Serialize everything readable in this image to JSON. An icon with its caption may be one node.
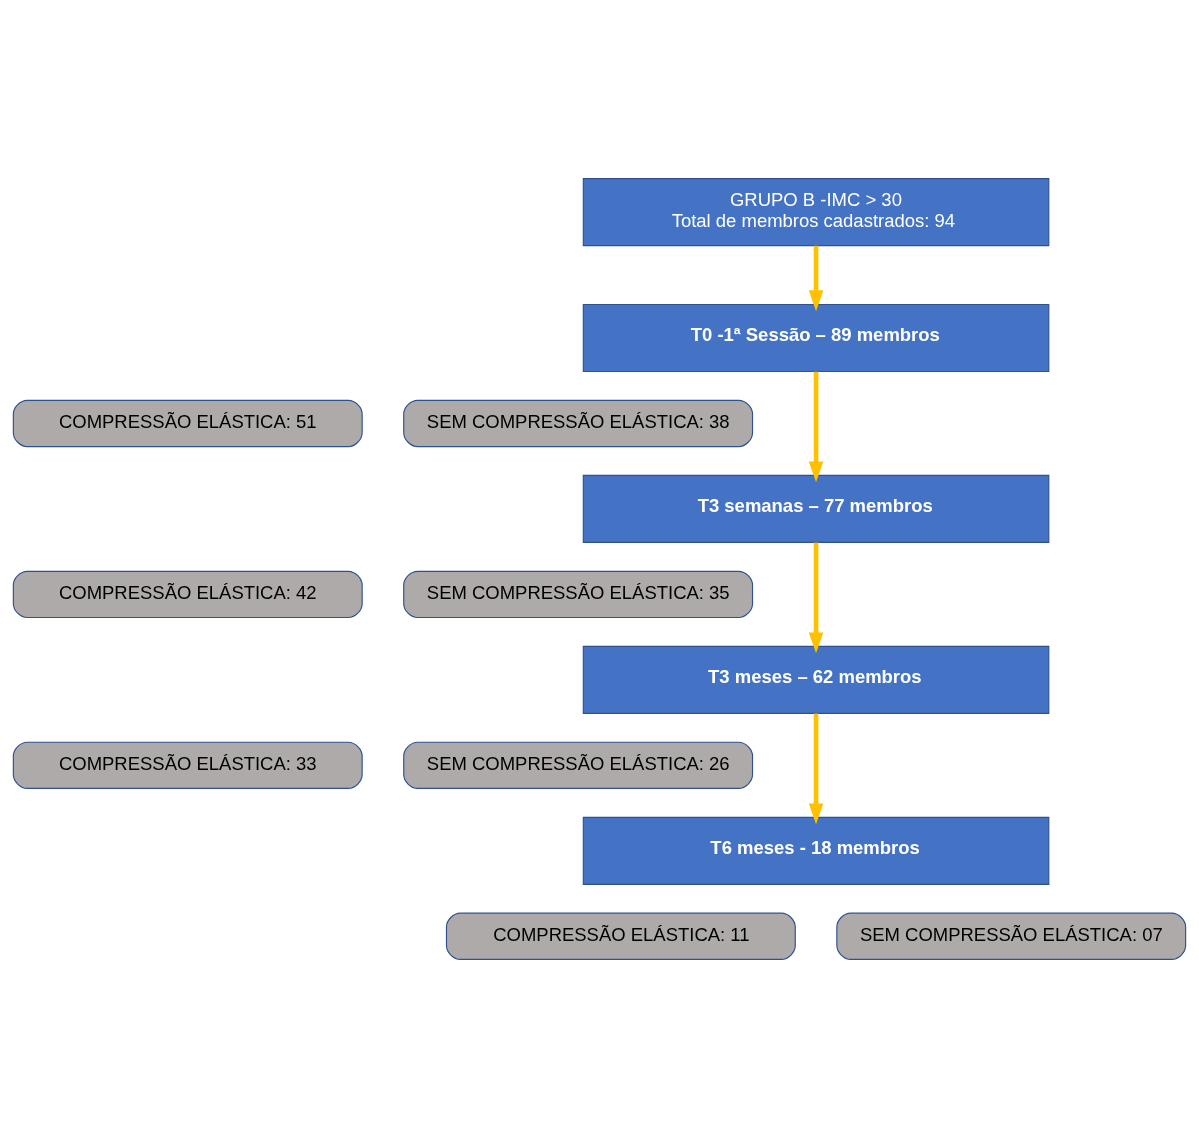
{
  "diagram": {
    "nodes": [
      {
        "text": [
          "GRUPO B -IMC > 30",
          "Total de membros cadastrados: 94"
        ]
      },
      {
        "text": [
          "T0 -1ª Sessão – 89 membros"
        ]
      },
      {
        "text": [
          "COMPRESSÃO ELÁSTICA: 51"
        ]
      },
      {
        "text": [
          "SEM COMPRESSÃO ELÁSTICA: 38"
        ]
      },
      {
        "text": [
          "T3 semanas – 77 membros"
        ]
      },
      {
        "text": [
          "COMPRESSÃO ELÁSTICA: 42"
        ]
      },
      {
        "text": [
          "SEM COMPRESSÃO ELÁSTICA: 35"
        ]
      },
      {
        "text": [
          "T3 meses – 62 membros"
        ]
      },
      {
        "text": [
          "COMPRESSÃO ELÁSTICA: 33"
        ]
      },
      {
        "text": [
          "SEM COMPRESSÃO ELÁSTICA: 26"
        ]
      },
      {
        "text": [
          "T6 meses - 18 membros"
        ]
      },
      {
        "text": [
          "COMPRESSÃO ELÁSTICA: 11"
        ]
      },
      {
        "text": [
          "SEM COMPRESSÃO ELÁSTICA: 07"
        ]
      }
    ],
    "edges": [
      {
        "from": 0,
        "to": 1,
        "arrow": "to"
      },
      {
        "from": 1,
        "to": 4,
        "arrow": "to"
      },
      {
        "from": 4,
        "to": 7,
        "arrow": "to"
      },
      {
        "from": 7,
        "to": 10,
        "arrow": "to"
      }
    ]
  }
}
